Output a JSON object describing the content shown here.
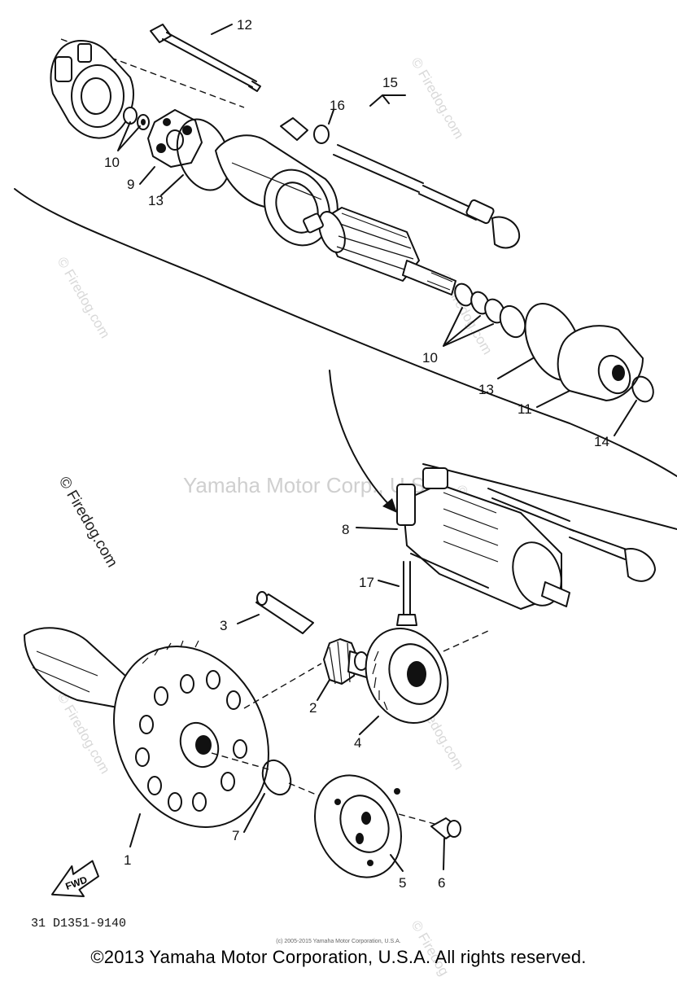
{
  "callouts": {
    "c1": "1",
    "c2": "2",
    "c3": "3",
    "c4": "4",
    "c5": "5",
    "c6": "6",
    "c7": "7",
    "c8": "8",
    "c9": "9",
    "c10a": "10",
    "c10b": "10",
    "c11": "11",
    "c12": "12",
    "c13a": "13",
    "c13b": "13",
    "c14": "14",
    "c15": "15",
    "c16": "16",
    "c17": "17"
  },
  "fwd_label": "FWD",
  "part_code": "31 D1351-9140",
  "small_copyright": "(c) 2005-2015 Yamaha Motor Corporation, U.S.A.",
  "copyright": "©2013 Yamaha Motor Corporation, U.S.A. All rights reserved.",
  "watermarks": {
    "center": "Yamaha Motor Corp., U.S.A.",
    "firedog": "© Firedog.com"
  }
}
